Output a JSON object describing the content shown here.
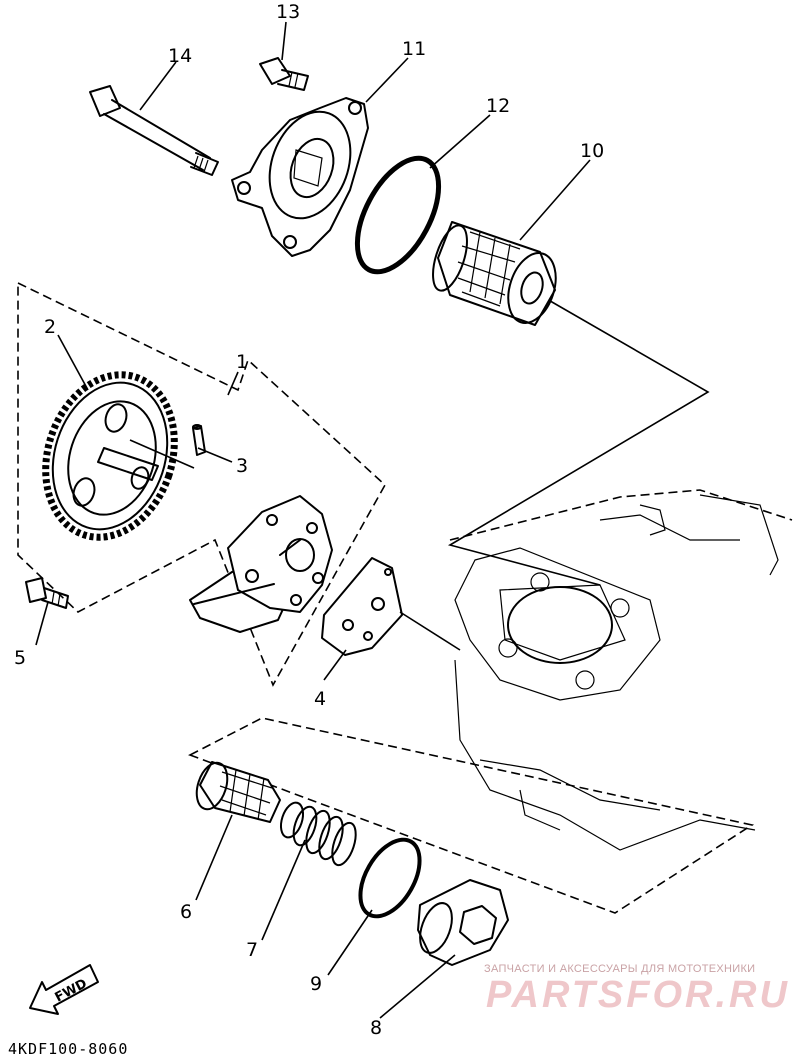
{
  "callouts": {
    "c1": "1",
    "c2": "2",
    "c3": "3",
    "c4": "4",
    "c5": "5",
    "c6": "6",
    "c7": "7",
    "c8": "8",
    "c9": "9",
    "c10": "10",
    "c11": "11",
    "c12": "12",
    "c13": "13",
    "c14": "14"
  },
  "fwd_label": "FWD",
  "diagram_code": "4KDF100-8060",
  "watermark": {
    "caption": "ЗАПЧАСТИ И АКСЕССУАРЫ ДЛЯ МОТОТЕХНИКИ",
    "brand": "PARTSFOR.RU"
  },
  "colors": {
    "ink": "#000000",
    "watermark": "#efc7ca"
  }
}
